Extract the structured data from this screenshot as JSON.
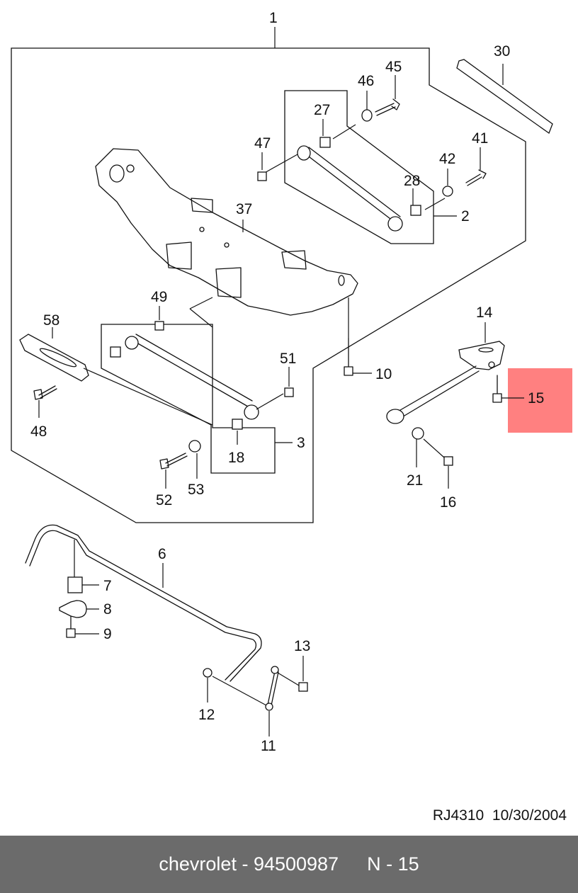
{
  "diagram": {
    "callouts": {
      "c1": "1",
      "c2": "2",
      "c3": "3",
      "c6": "6",
      "c7": "7",
      "c8": "8",
      "c9": "9",
      "c10": "10",
      "c11": "11",
      "c12": "12",
      "c13": "13",
      "c14": "14",
      "c15": "15",
      "c16": "16",
      "c18": "18",
      "c21": "21",
      "c27": "27",
      "c28": "28",
      "c30": "30",
      "c37": "37",
      "c41": "41",
      "c42": "42",
      "c45": "45",
      "c46": "46",
      "c47": "47",
      "c48": "48",
      "c49": "49",
      "c51": "51",
      "c52": "52",
      "c53": "53",
      "c58": "58"
    },
    "highlighted_part": "15",
    "highlight_color": "#ff8080"
  },
  "reference": {
    "code": "RJ4310",
    "date": "10/30/2004"
  },
  "footer": {
    "brand_part": "chevrolet - 94500987",
    "position": "N - 15",
    "background": "#6b6b6b"
  }
}
